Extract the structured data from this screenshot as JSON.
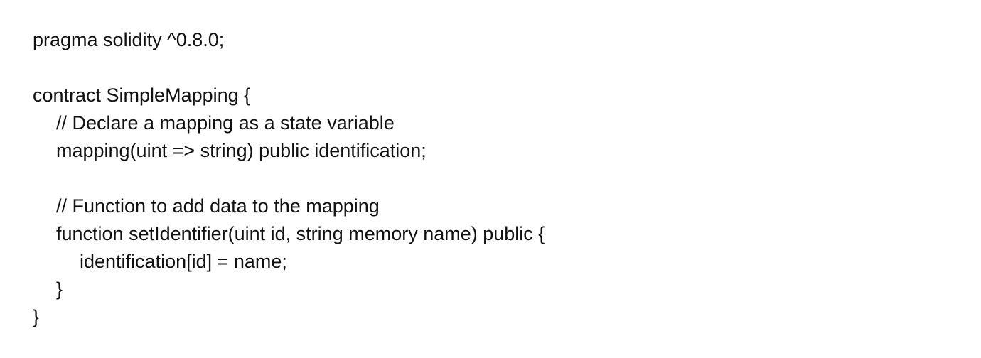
{
  "code": {
    "lines": [
      "pragma solidity ^0.8.0;",
      "",
      "contract SimpleMapping {",
      "// Declare a mapping as a state variable",
      "mapping(uint => string) public identification;",
      "",
      "// Function to add data to the mapping",
      "function setIdentifier(uint id, string memory name) public {",
      "identification[id] = name;",
      "}",
      "}"
    ]
  }
}
